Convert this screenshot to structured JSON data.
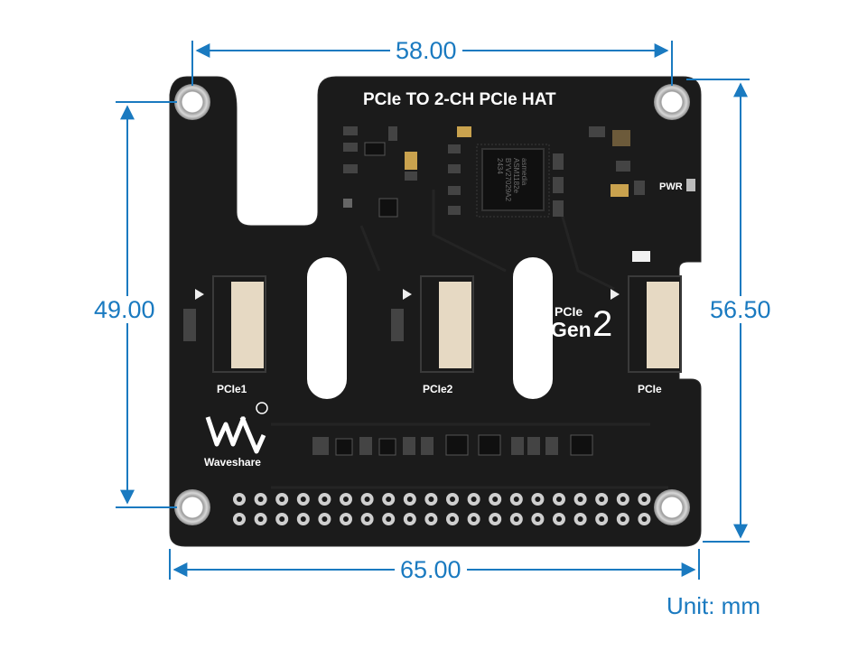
{
  "board": {
    "title": "PCIe TO 2-CH PCIe HAT",
    "pwr_label": "PWR",
    "connectors": [
      {
        "label": "PCIe1"
      },
      {
        "label": "PCIe2"
      },
      {
        "label": "PCIe"
      }
    ],
    "gen_badge": {
      "prefix": "PCIe",
      "text": "Gen",
      "number": "2"
    },
    "brand": "Waveshare",
    "chip_text": [
      "asmedia",
      "ASM1182e",
      "BYV27029A2",
      "2434"
    ]
  },
  "dimensions": {
    "top_width": "58.00",
    "bottom_width": "65.00",
    "left_height": "49.00",
    "right_height": "56.50",
    "unit": "Unit: mm"
  },
  "colors": {
    "accent": "#1a7ac0",
    "board": "#1b1b1b",
    "silkscreen": "#ffffff"
  }
}
